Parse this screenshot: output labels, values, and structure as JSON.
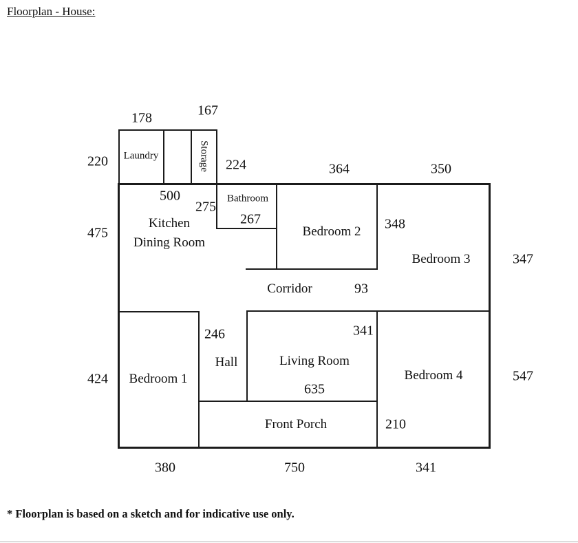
{
  "title": "Floorplan - House:",
  "footnote": "* Floorplan is based on a sketch and for indicative use only.",
  "rooms": {
    "laundry": "Laundry",
    "storage": "Storage",
    "bathroom": "Bathroom",
    "kitchen_line1": "Kitchen",
    "kitchen_line2": "Dining Room",
    "bedroom1": "Bedroom 1",
    "bedroom2": "Bedroom 2",
    "bedroom3": "Bedroom 3",
    "bedroom4": "Bedroom 4",
    "corridor": "Corridor",
    "hall": "Hall",
    "living": "Living Room",
    "porch": "Front Porch"
  },
  "dims": {
    "laundry_w": "178",
    "storage_w": "167",
    "laundry_h": "220",
    "annex_side": "224",
    "bedroom2_w": "364",
    "bedroom3_w": "350",
    "kitchen_w": "500",
    "bath_side": "275",
    "bath_w": "267",
    "bedroom2_h": "348",
    "kitchen_h": "475",
    "bedroom3_h": "347",
    "corridor_h": "93",
    "hall_side": "246",
    "living_side": "341",
    "bedroom1_h": "424",
    "living_w": "635",
    "bedroom4_h": "547",
    "porch_side": "210",
    "bottom_left": "380",
    "bottom_mid": "750",
    "bottom_right": "341"
  }
}
